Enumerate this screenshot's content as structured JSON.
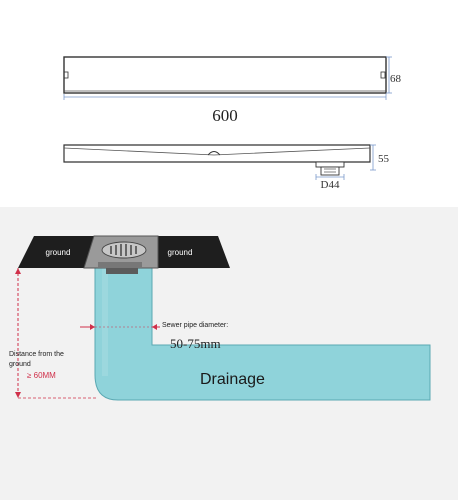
{
  "top_drawing": {
    "width_label": "600",
    "height_label": "68"
  },
  "side_drawing": {
    "height_label": "55",
    "outlet_label": "D44"
  },
  "install_diagram": {
    "ground_left": "ground",
    "ground_right": "ground",
    "sewer_label": "Sewer pipe diameter:",
    "sewer_value": "50-75mm",
    "distance_line1": "Distance from the",
    "distance_line2": "ground",
    "distance_value": "≥ 60MM",
    "pipe_label": "Drainage",
    "colors": {
      "water": "#8fd3da",
      "water_stroke": "#5aa8b2",
      "ground": "#1e1e1e",
      "dimension_red": "#d0304a",
      "grate_metal": "#9a9a9a",
      "panel_bg": "#f2f2f2"
    }
  }
}
